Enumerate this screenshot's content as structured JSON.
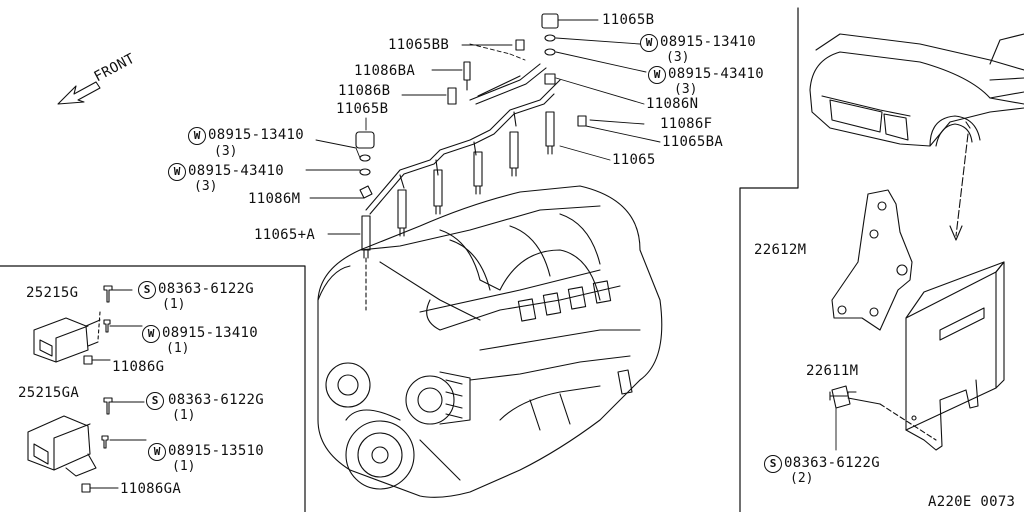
{
  "front_label": "FRONT",
  "diagram_code": "A220E 0073",
  "bolt_symbols": {
    "washer": "W",
    "screw": "S"
  },
  "labels": {
    "p11065B_top": "11065B",
    "p11065BB": "11065BB",
    "p11086BA": "11086BA",
    "p11086B": "11086B",
    "p11065B_left": "11065B",
    "w_top_right_1": "08915-13410",
    "w_top_right_1_qty": "(3)",
    "w_top_right_2": "08915-43410",
    "w_top_right_2_qty": "(3)",
    "p11086N": "11086N",
    "p11086F": "11086F",
    "p11065BA": "11065BA",
    "p11065": "11065",
    "w_left_1": "08915-13410",
    "w_left_1_qty": "(3)",
    "w_left_2": "08915-43410",
    "w_left_2_qty": "(3)",
    "p11086M": "11086M",
    "p11065A": "11065+A",
    "p25215G": "25215G",
    "s_box_1": "08363-6122G",
    "s_box_1_qty": "(1)",
    "w_box_1": "08915-13410",
    "w_box_1_qty": "(1)",
    "p11086G": "11086G",
    "p25215GA": "25215GA",
    "s_box_2": "08363-6122G",
    "s_box_2_qty": "(1)",
    "w_box_2": "08915-13510",
    "w_box_2_qty": "(1)",
    "p11086GA": "11086GA",
    "p22612M": "22612M",
    "p22611M": "22611M",
    "s_right": "08363-6122G",
    "s_right_qty": "(2)"
  }
}
